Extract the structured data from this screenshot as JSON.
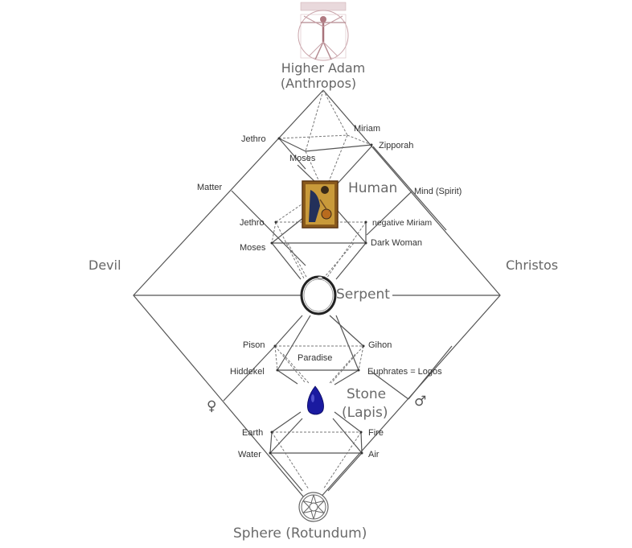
{
  "title_top": {
    "line1": "Higher Adam",
    "line2": "(Anthropos)",
    "image": "vitruvian-man"
  },
  "outer": {
    "left": "Devil",
    "right": "Christos",
    "matter": "Matter",
    "mind": "Mind (Spirit)",
    "venus_symbol": "♀",
    "mars_symbol": "♂"
  },
  "upper_octahedron": {
    "jethro": "Jethro",
    "moses": "Moses",
    "miriam": "Miriam",
    "zipporah": "Zipporah"
  },
  "human": {
    "label": "Human",
    "image": "icon-painting"
  },
  "lower_octahedron": {
    "jethro": "Jethro",
    "moses": "Moses",
    "negative_miriam": "negative Miriam",
    "dark_woman": "Dark Woman"
  },
  "serpent": {
    "label": "Serpent",
    "image": "ouroboros-ring"
  },
  "paradise": {
    "center": "Paradise",
    "pison": "Pison",
    "gihon": "Gihon",
    "hiddekel": "Hiddekel",
    "euphrates": "Euphrates = Logos"
  },
  "stone": {
    "line1": "Stone",
    "line2": "(Lapis)",
    "image": "blue-gem",
    "color": "#1a1aa0"
  },
  "elements": {
    "earth": "Earth",
    "fire": "Fire",
    "water": "Water",
    "air": "Air"
  },
  "sphere": {
    "label": "Sphere (Rotundum)",
    "image": "wheel"
  }
}
